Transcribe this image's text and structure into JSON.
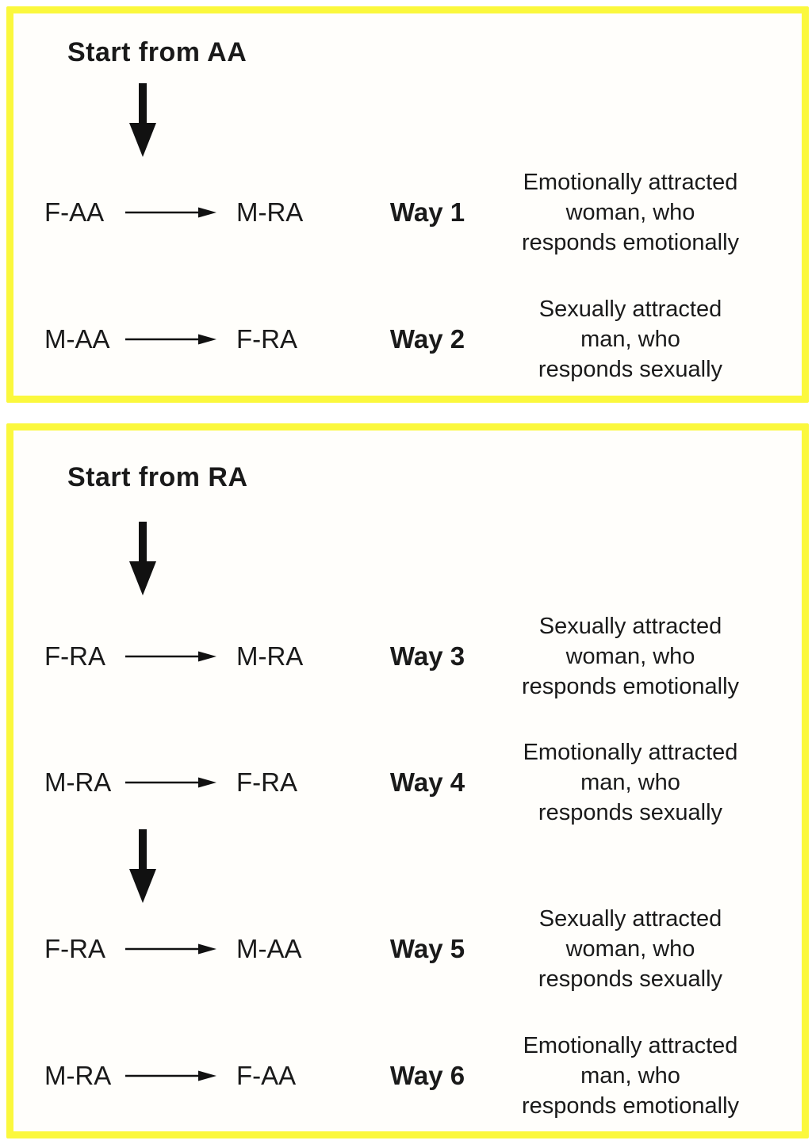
{
  "colors": {
    "border": "#fbf83d",
    "panel_background": "#fffefb",
    "text": "#1a1a1a"
  },
  "panels": [
    {
      "title": "Start from AA",
      "rows": [
        {
          "from": "F-AA",
          "to": "M-RA",
          "way": "Way 1",
          "desc_lines": [
            "Emotionally attracted",
            "woman, who",
            "responds emotionally"
          ]
        },
        {
          "from": "M-AA",
          "to": "F-RA",
          "way": "Way 2",
          "desc_lines": [
            "Sexually attracted",
            "man, who",
            "responds sexually"
          ]
        }
      ]
    },
    {
      "title": "Start from RA",
      "rows": [
        {
          "from": "F-RA",
          "to": "M-RA",
          "way": "Way 3",
          "desc_lines": [
            "Sexually attracted",
            "woman, who",
            "responds emotionally"
          ]
        },
        {
          "from": "M-RA",
          "to": "F-RA",
          "way": "Way 4",
          "desc_lines": [
            "Emotionally attracted",
            "man, who",
            "responds sexually"
          ]
        },
        {
          "from": "F-RA",
          "to": "M-AA",
          "way": "Way 5",
          "desc_lines": [
            "Sexually attracted",
            "woman, who",
            "responds sexually"
          ]
        },
        {
          "from": "M-RA",
          "to": "F-AA",
          "way": "Way 6",
          "desc_lines": [
            "Emotionally attracted",
            "man, who",
            "responds emotionally"
          ]
        }
      ]
    }
  ]
}
